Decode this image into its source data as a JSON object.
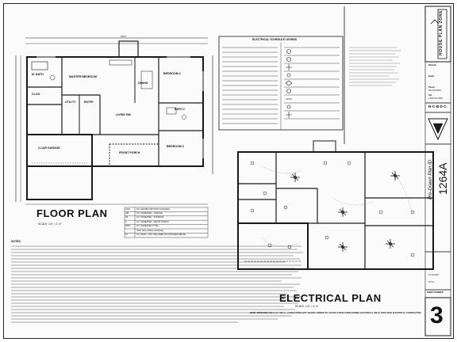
{
  "floor_plan": {
    "title": "FLOOR PLAN",
    "scale": "SCALE: 1/4\" = 1'-0\"",
    "rooms": {
      "patio": "PATIO",
      "master_bath": "M. BATH",
      "master_bedroom": "MASTER BEDROOM",
      "closet": "CLOS.",
      "utility": "UTILITY",
      "entry": "ENTRY",
      "living": "LIVING RM.",
      "dining": "DINING",
      "bedroom2": "BEDROOM 2",
      "bath2": "BATH 2",
      "bedroom3": "BEDROOM 3",
      "garage": "2-CAR GARAGE",
      "front_porch": "FRONT PORCH"
    },
    "area_table": [
      {
        "value": "1264",
        "label": "S.F. HEATED (WITHOUT GARAGE)"
      },
      {
        "value": "484",
        "label": "S.F. UNHEATED - GARAGE"
      },
      {
        "value": "38",
        "label": "S.F. UNHEATED - STORAGE"
      },
      {
        "value": "0",
        "label": "S.F. UNHEATED - FRONT PORCH"
      },
      {
        "value": "2064",
        "label": "S.F. UNHEATED TOTAL"
      },
      {
        "value": "",
        "label": "(NOT INCLUDING GARAGE)"
      },
      {
        "value": "42",
        "label": "S.F. PATIO - NOT INCLUDED IN FOOTAGES ABOVE"
      }
    ]
  },
  "electrical_plan": {
    "title": "ELECTRICAL PLAN",
    "scale": "SCALE: 1/4\" = 1'-0\"",
    "note": "NOTE: SWITCHES AND ELECTRICAL CONNECTIONS NOT SHOWN. OWNER TO LOCATE THESE ITEMS DURING ELECTRICAL WALK-THRU WITH ELECTRICAL CONTRACTOR."
  },
  "legend": {
    "title": "ELECTRICAL SCHEDULE LEGEND"
  },
  "notes": {
    "heading": "NOTES:"
  },
  "title_block": {
    "brand": "HOUSE PLAN ZONE",
    "contact_label": "Website",
    "phone_label": "Phone",
    "email_label": "Email",
    "fax_label": "Fax",
    "phone": "601.206.5054",
    "fax": "1.800.574.0391",
    "org": "N·C·B·D·C",
    "plan_id": "1264A",
    "plan_id_label": "Pre-Drawn Plan ID:",
    "date": "01.10.2020",
    "revision": "R.S.H.",
    "sheet_number_label": "SHEET NUMBER",
    "sheet_number": "3"
  },
  "colors": {
    "ink": "#1a1a1a",
    "paper": "#fbfbfb",
    "grey": "#7d7d7d"
  }
}
